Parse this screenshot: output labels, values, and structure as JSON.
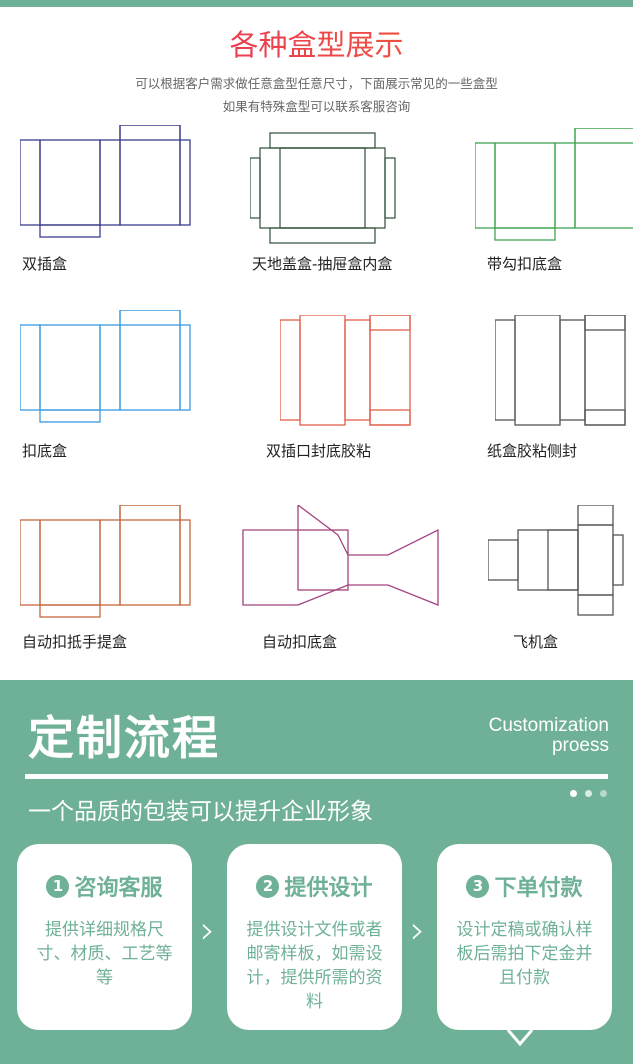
{
  "header": {
    "title": "各种盒型展示",
    "subtitle_1": "可以根据客户需求做任意盒型任意尺寸，下面展示常见的一些盒型",
    "subtitle_2": "如果有特殊盒型可以联系客服咨询"
  },
  "boxes": [
    {
      "label": "双插盒",
      "color": "#3b3d8c"
    },
    {
      "label": "天地盖盒-抽屉盒内盒",
      "color": "#3e5a46"
    },
    {
      "label": "带勾扣底盒",
      "color": "#3fa553"
    },
    {
      "label": "扣底盒",
      "color": "#3a9be2"
    },
    {
      "label": "双插口封底胶粘",
      "color": "#e0604c"
    },
    {
      "label": "纸盒胶粘侧封",
      "color": "#555555"
    },
    {
      "label": "自动扣抵手提盒",
      "color": "#c2683e"
    },
    {
      "label": "自动扣底盒",
      "color": "#a3437e"
    },
    {
      "label": "飞机盒",
      "color": "#555555"
    }
  ],
  "process": {
    "title": "定制流程",
    "en_line_1": "Customization",
    "en_line_2": "proess",
    "slogan": "一个品质的包装可以提升企业形象",
    "steps": [
      {
        "num": "1",
        "title": "咨询客服",
        "desc": "提供详细规格尺寸、材质、工艺等等"
      },
      {
        "num": "2",
        "title": "提供设计",
        "desc": "提供设计文件或者邮寄样板，如需设计，提供所需的资料"
      },
      {
        "num": "3",
        "title": "下单付款",
        "desc": "设计定稿或确认样板后需拍下定金并且付款"
      }
    ],
    "arrow": "›"
  },
  "colors": {
    "accent": "#6fb196"
  }
}
